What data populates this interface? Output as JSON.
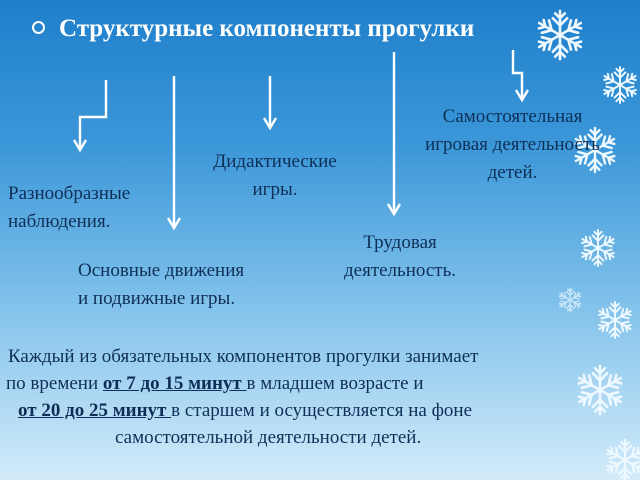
{
  "title": "Структурные компоненты прогулки",
  "components": [
    {
      "id": "observations",
      "line1": "Разнообразные",
      "line2": "наблюдения."
    },
    {
      "id": "movements",
      "line1": "Основные движения",
      "line2": "и подвижные игры."
    },
    {
      "id": "didactic",
      "line1": "Дидактические",
      "line2": "игры."
    },
    {
      "id": "labor",
      "line1": "Трудовая",
      "line2": "деятельность."
    },
    {
      "id": "play",
      "line1": "Самостоятельная",
      "line2": "игровая деятельность",
      "line3": "детей."
    }
  ],
  "paragraph": {
    "l1": "Каждый из обязательных компонентов прогулки занимает",
    "l2_a": "по времени ",
    "l2_b": "от 7 до 15 минут ",
    "l2_c": "в младшем возрасте и",
    "l3_a": "от 20 до 25 минут ",
    "l3_b": "в старшем и осуществляется на фоне",
    "l4": "самостоятельной деятельности детей."
  },
  "colors": {
    "arrow": "#ffffff",
    "text": "#0f2f57",
    "title": "#ffffff"
  },
  "icons": [
    "snowflake-icon",
    "arrow-down-icon",
    "bullet-circle-icon"
  ]
}
